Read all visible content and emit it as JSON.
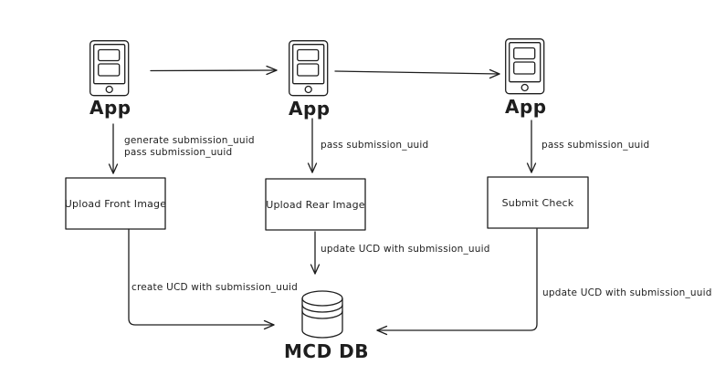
{
  "diagram": {
    "background": "#ffffff",
    "stroke_color": "#1e1e1e",
    "nodes": {
      "app1": {
        "label": "App",
        "icon": "smartphone-icon"
      },
      "app2": {
        "label": "App",
        "icon": "smartphone-icon"
      },
      "app3": {
        "label": "App",
        "icon": "smartphone-icon"
      },
      "upload_front": {
        "label": "Upload Front Image"
      },
      "upload_rear": {
        "label": "Upload Rear Image"
      },
      "submit_check": {
        "label": "Submit Check"
      },
      "mcd_db": {
        "label": "MCD DB",
        "icon": "database-icon"
      }
    },
    "edges": {
      "app1_to_upload_front": {
        "label_line1": "generate submission_uuid",
        "label_line2": "pass submission_uuid"
      },
      "app2_to_upload_rear": {
        "label": "pass submission_uuid"
      },
      "app3_to_submit_check": {
        "label": "pass submission_uuid"
      },
      "upload_front_to_db": {
        "label": "create UCD with submission_uuid"
      },
      "upload_rear_to_db": {
        "label": "update UCD with submission_uuid"
      },
      "submit_check_to_db": {
        "label": "update UCD with submission_uuid"
      }
    }
  }
}
